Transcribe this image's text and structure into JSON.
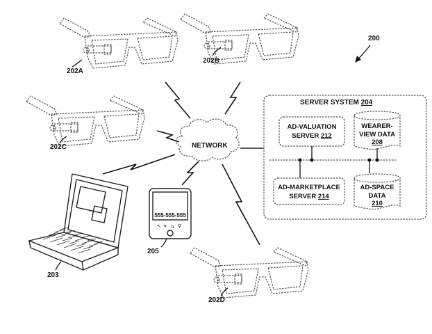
{
  "figure": {
    "figure_ref": "200",
    "network": {
      "label": "NETWORK"
    },
    "server_system": {
      "title": "SERVER SYSTEM",
      "ref": "204",
      "ad_valuation_server": {
        "line1": "AD-VALUATION",
        "line2": "SERVER",
        "ref": "212"
      },
      "ad_marketplace_server": {
        "line1": "AD-MARKETPLACE",
        "line2": "SERVER",
        "ref": "214"
      },
      "wearer_view_data": {
        "line1": "WEARER-",
        "line2": "VIEW DATA",
        "ref": "208"
      },
      "ad_space_data": {
        "line1": "AD-SPACE",
        "line2": "DATA",
        "ref": "210"
      }
    },
    "devices": {
      "glasses_a": {
        "ref": "202A"
      },
      "glasses_b": {
        "ref": "202B"
      },
      "glasses_c": {
        "ref": "202C"
      },
      "glasses_d": {
        "ref": "202D"
      },
      "laptop": {
        "ref": "203"
      },
      "phone": {
        "ref": "205",
        "screen_text": "555-555-555"
      }
    }
  }
}
